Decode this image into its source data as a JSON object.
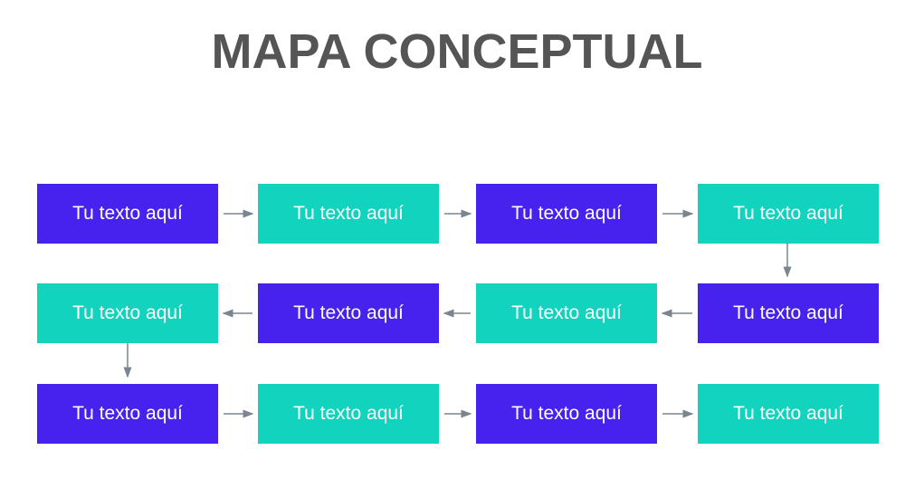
{
  "title": "MAPA CONCEPTUAL",
  "colors": {
    "purple": "#4722ee",
    "teal": "#11d3be",
    "arrow": "#7a8590"
  },
  "rows": [
    {
      "direction": "right",
      "nodes": [
        {
          "label": "Tu texto aquí",
          "color": "purple"
        },
        {
          "label": "Tu texto aquí",
          "color": "teal"
        },
        {
          "label": "Tu texto aquí",
          "color": "purple"
        },
        {
          "label": "Tu texto aquí",
          "color": "teal"
        }
      ]
    },
    {
      "direction": "left",
      "nodes": [
        {
          "label": "Tu texto aquí",
          "color": "teal"
        },
        {
          "label": "Tu texto aquí",
          "color": "purple"
        },
        {
          "label": "Tu texto aquí",
          "color": "teal"
        },
        {
          "label": "Tu texto aquí",
          "color": "purple"
        }
      ]
    },
    {
      "direction": "right",
      "nodes": [
        {
          "label": "Tu texto aquí",
          "color": "purple"
        },
        {
          "label": "Tu texto aquí",
          "color": "teal"
        },
        {
          "label": "Tu texto aquí",
          "color": "purple"
        },
        {
          "label": "Tu texto aquí",
          "color": "teal"
        }
      ]
    }
  ]
}
